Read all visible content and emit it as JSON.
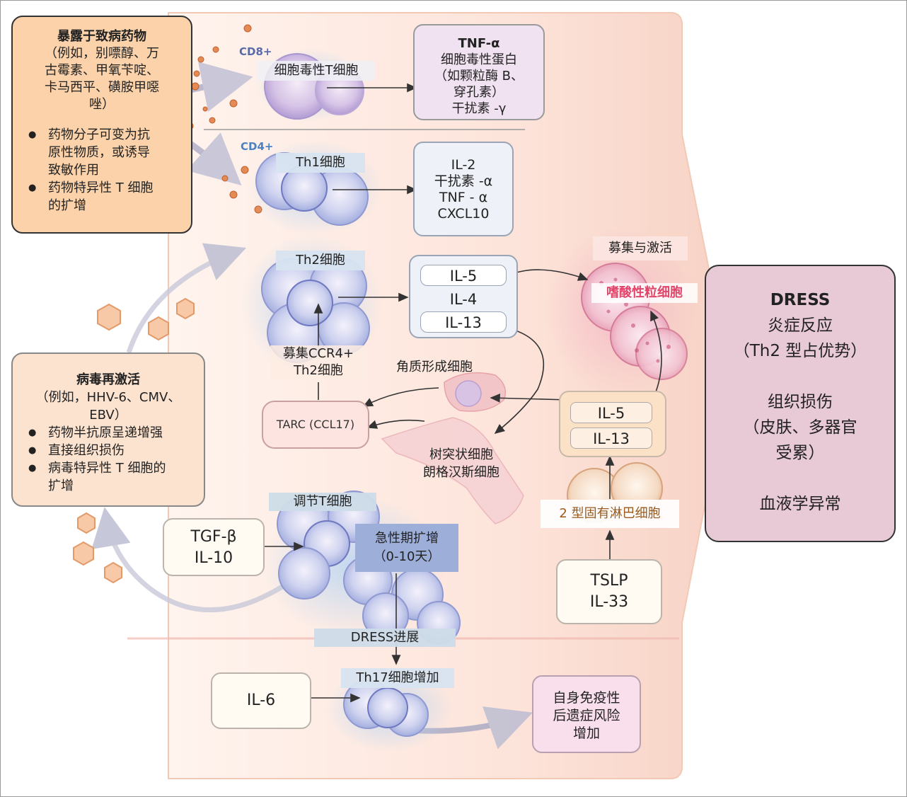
{
  "exposure": {
    "title": "暴露于致病药物",
    "examples": [
      "（例如，别嘌醇、万",
      "古霉素、甲氧苄啶、",
      "卡马西平、磺胺甲噁",
      "唑）"
    ],
    "bullets": [
      [
        "药物分子可变为抗",
        "原性物质，或诱导",
        "致敏作用"
      ],
      [
        "药物特异性 T 细胞",
        "的扩增"
      ]
    ]
  },
  "virus": {
    "title": "病毒再激活",
    "examples": [
      "（例如，HHV-6、CMV、",
      "EBV）"
    ],
    "bullets": [
      [
        "药物半抗原呈递增强"
      ],
      [
        "直接组织损伤"
      ],
      [
        "病毒特异性 T 细胞的",
        "扩增"
      ]
    ]
  },
  "cd8": {
    "marker": "CD8+",
    "cell": "细胞毒性T细胞"
  },
  "tnf_box": {
    "title": "TNF-α",
    "lines": [
      "细胞毒性蛋白",
      "（如颗粒酶 B、",
      "穿孔素）",
      "干扰素 -γ"
    ]
  },
  "cd4": {
    "marker": "CD4+",
    "cell": "Th1细胞"
  },
  "th1_box": {
    "lines": [
      "IL-2",
      "干扰素 -α",
      "TNF - α",
      "CXCL10"
    ]
  },
  "th2": {
    "cell": "Th2细胞"
  },
  "th2_box": {
    "il5": "IL-5",
    "il4": "IL-4",
    "il13": "IL-13"
  },
  "recruit_ccr4": [
    "募集CCR4+",
    "Th2细胞"
  ],
  "keratinocyte": "角质形成细胞",
  "tarc": "TARC (CCL17)",
  "dendritic": [
    "树突状细胞",
    "朗格汉斯细胞"
  ],
  "recruit_activate": "募集与激活",
  "eosinophil": "嗜酸性粒细胞",
  "ilc_box": {
    "il5": "IL-5",
    "il13": "IL-13"
  },
  "ilc2": "2 型固有淋巴细胞",
  "tslp_box": {
    "lines": [
      "TSLP",
      "IL-33"
    ]
  },
  "treg": "调节T细胞",
  "tgf_box": {
    "lines": [
      "TGF-β",
      "IL-10"
    ]
  },
  "acute": {
    "lines": [
      "急性期扩增",
      "（0-10天）"
    ]
  },
  "progression": "DRESS进展",
  "th17": "Th17细胞增加",
  "il6": "IL-6",
  "autoimmune": {
    "lines": [
      "自身免疫性",
      "后遗症风险",
      "增加"
    ]
  },
  "dress": {
    "title": "DRESS",
    "inflammation": [
      "炎症反应",
      "（Th2 型占优势）"
    ],
    "tissue": [
      "组织损伤",
      "（皮肤、多器官",
      "受累）"
    ],
    "blood": "血液学异常"
  },
  "colors": {
    "exposure_fill": "#fbd2aa",
    "virus_fill": "#fce3d0",
    "panel_fill": "#fde6dc",
    "tnf_fill": "#f1e2f2",
    "cytokine_fill": "#eef2f8",
    "dress_fill": "#e8c9d6",
    "autoimmune_fill": "#f9dfec",
    "tag_fill": "#cddce8",
    "acute_fill": "#9daed8",
    "eosinophil_text": "#e0456a",
    "ilc2_text": "#9a5a1e"
  }
}
